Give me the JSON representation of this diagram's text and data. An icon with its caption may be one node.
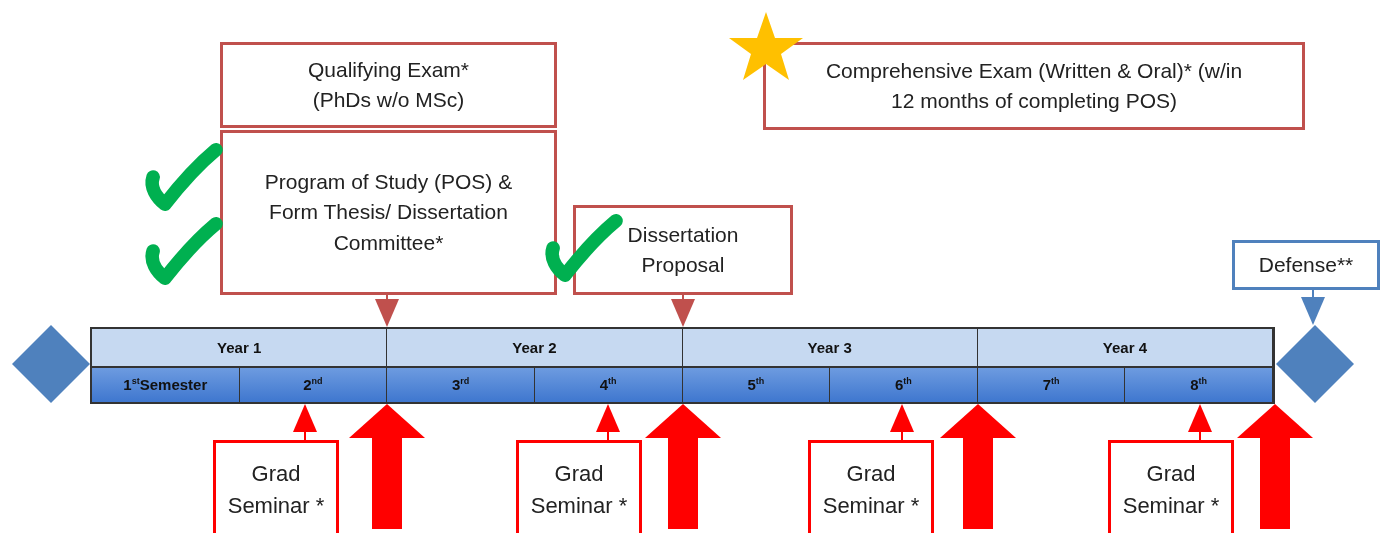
{
  "diagram": {
    "nodes": [
      {
        "text": [
          "Qualifying Exam* (PhDs w/o MSc)"
        ]
      },
      {
        "text": [
          "Program of Study (POS) & Form Thesis/ Dissertation Committee*"
        ]
      },
      {
        "text": [
          "Comprehensive Exam (Written & Oral)* (w/in 12 months of completing POS)"
        ]
      },
      {
        "text": [
          "Dissertation Proposal"
        ]
      },
      {
        "text": [
          "Defense**"
        ]
      },
      {
        "text": [],
        "shape": "diamond"
      },
      {
        "text": [],
        "shape": "bar"
      },
      {
        "text": [
          "Year 1"
        ],
        "in": 6
      },
      {
        "text": [
          "Year 2"
        ],
        "in": 6
      },
      {
        "text": [
          "Year 3"
        ],
        "in": 6
      },
      {
        "text": [
          "Year 4"
        ],
        "in": 6
      },
      {
        "text": [
          "1$^{st}$Semester"
        ],
        "in": 6
      },
      {
        "text": [
          "2$^{nd}$"
        ],
        "in": 6
      },
      {
        "text": [
          "3$^{rd}$"
        ],
        "in": 6
      },
      {
        "text": [
          "4$^{th}$"
        ],
        "in": 6
      },
      {
        "text": [
          "5$^{th}$"
        ],
        "in": 6
      },
      {
        "text": [
          "6$^{th}$"
        ],
        "in": 6
      },
      {
        "text": [
          "7$^{th}$"
        ],
        "in": 6
      },
      {
        "text": [
          "8$^{th}$"
        ],
        "in": 6
      },
      {
        "text": [],
        "shape": "diamond"
      },
      {
        "text": [
          "Grad Seminar *"
        ]
      },
      {
        "text": [
          "Grad Seminar *"
        ]
      },
      {
        "text": [
          "Grad Seminar *"
        ]
      },
      {
        "text": [
          "Grad Seminar *"
        ]
      }
    ],
    "edges": [
      {
        "from": 1,
        "to": 6,
        "arrow": "to",
        "color": "#c0504d"
      },
      {
        "from": 3,
        "to": 6,
        "arrow": "to",
        "color": "#c0504d"
      },
      {
        "from": 4,
        "to": 19,
        "arrow": "to",
        "color": "#4f81bd"
      },
      {
        "from": 20,
        "to": 12,
        "arrow": "to"
      },
      {
        "from": 21,
        "to": 14,
        "arrow": "to"
      },
      {
        "from": 22,
        "to": 16,
        "arrow": "to"
      },
      {
        "from": 23,
        "to": 18,
        "arrow": "to"
      },
      {
        "from": null,
        "to": 6,
        "arrow": "to",
        "style": "thick"
      },
      {
        "from": null,
        "to": 6,
        "arrow": "to",
        "style": "thick"
      },
      {
        "from": null,
        "to": 6,
        "arrow": "to",
        "style": "thick"
      },
      {
        "from": null,
        "to": 6,
        "arrow": "to",
        "style": "thick"
      }
    ]
  }
}
